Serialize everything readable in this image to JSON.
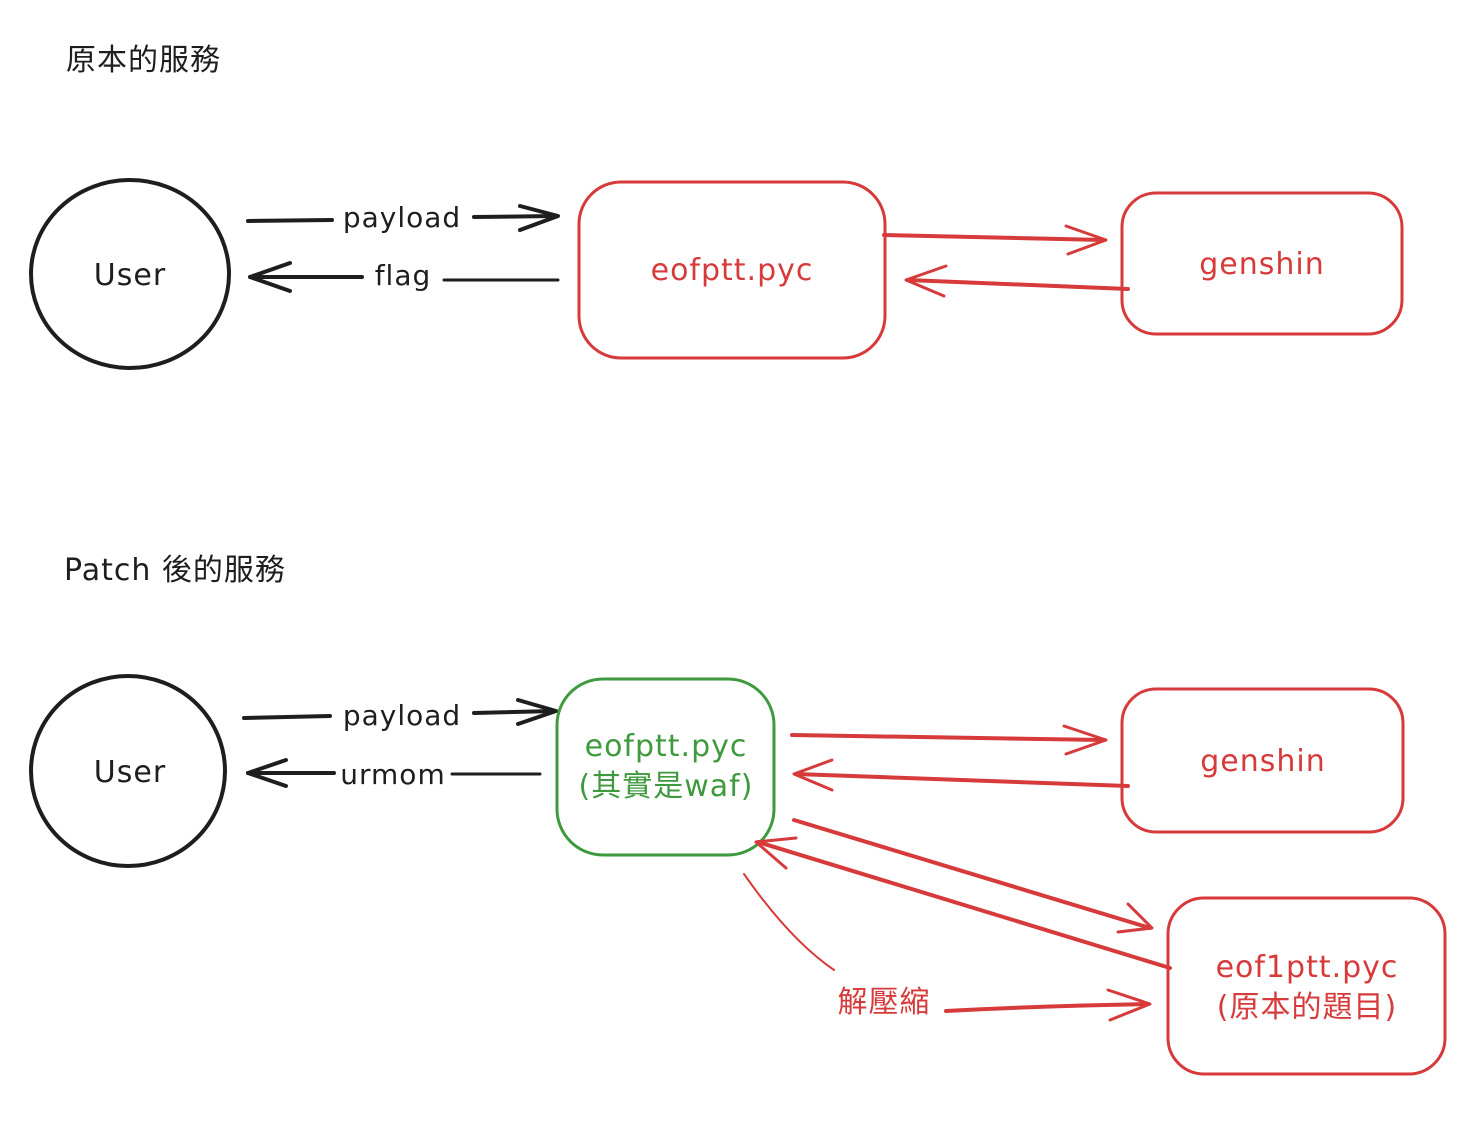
{
  "colors": {
    "ink": "#1e1e1e",
    "red": "#d63a3a",
    "green": "#3f9a3f",
    "background": "#ffffff"
  },
  "section1": {
    "title": "原本的服務",
    "user": "User",
    "payload": "payload",
    "flag": "flag",
    "service": "eofptt.pyc",
    "backend": "genshin"
  },
  "section2": {
    "title": "Patch 後的服務",
    "user": "User",
    "payload": "payload",
    "response": "urmom",
    "waf_line1": "eofptt.pyc",
    "waf_line2": "(其實是waf)",
    "backend": "genshin",
    "original_line1": "eof1ptt.pyc",
    "original_line2": "(原本的題目)",
    "decompress": "解壓縮"
  }
}
